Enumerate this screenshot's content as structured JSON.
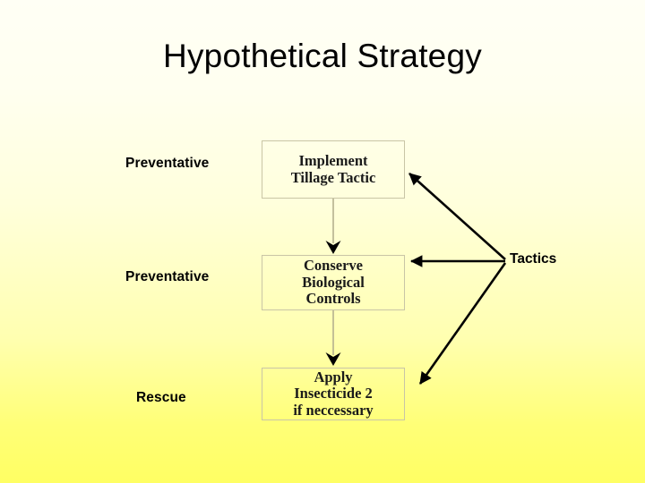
{
  "slide": {
    "title": "Hypothetical Strategy",
    "background": {
      "top_color": "#fffff5",
      "bottom_color": "#ffff63"
    }
  },
  "flow": {
    "boxes": [
      {
        "id": "tillage",
        "lines": [
          "Implement",
          "Tillage Tactic"
        ],
        "border_color": "#c9c5a6"
      },
      {
        "id": "conserve",
        "lines": [
          "Conserve",
          "Biological",
          "Controls"
        ],
        "border_color": "#c9c5a6"
      },
      {
        "id": "apply",
        "lines": [
          "Apply",
          "Insecticide 2",
          "if neccessary"
        ],
        "border_color": "#c9c5a6"
      }
    ],
    "connector_color": "#b5b18f",
    "connector_arrow_color": "#000000"
  },
  "stage_labels": [
    {
      "id": "preventative-1",
      "text": "Preventative"
    },
    {
      "id": "preventative-2",
      "text": "Preventative"
    },
    {
      "id": "rescue",
      "text": "Rescue"
    }
  ],
  "tactics": {
    "label": "Tactics",
    "arrow_color": "#000000"
  }
}
